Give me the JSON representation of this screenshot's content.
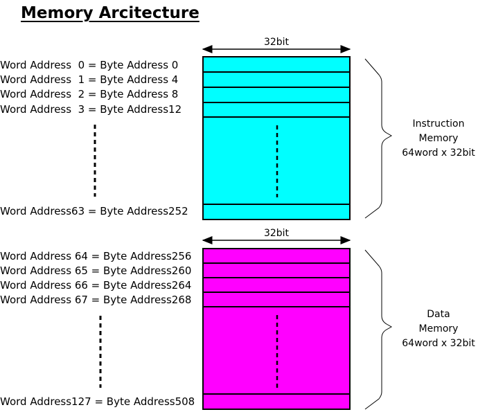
{
  "title": "Memory Arcitecture",
  "instruction_memory": {
    "width_label": "32bit",
    "color": "#00FFFF",
    "addresses": [
      "Word Address  0 = Byte Address 0",
      "Word Address  1 = Byte Address 4",
      "Word Address  2 = Byte Address 8",
      "Word Address  3 = Byte Address12"
    ],
    "last_address": "Word Address63 = Byte Address252",
    "label_lines": [
      "Instruction",
      "Memory",
      "64word x 32bit"
    ]
  },
  "data_memory": {
    "width_label": "32bit",
    "color": "#FF00FF",
    "addresses": [
      "Word Address 64 = Byte Address256",
      "Word Address 65 = Byte Address260",
      "Word Address 66 = Byte Address264",
      "Word Address 67 = Byte Address268"
    ],
    "last_address": "Word Address127 = Byte Address508",
    "label_lines": [
      "Data",
      "Memory",
      "64word x 32bit"
    ]
  }
}
